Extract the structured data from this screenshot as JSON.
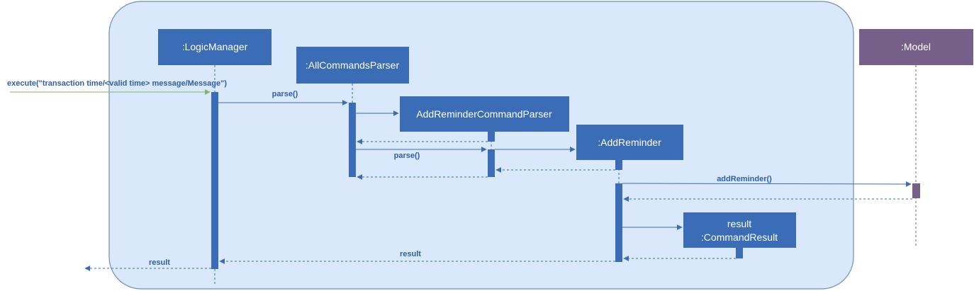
{
  "participants": {
    "logic_manager": ":LogicManager",
    "all_commands_parser": ":AllCommandsParser",
    "add_reminder_command_parser": "AddReminderCommandParser",
    "add_reminder": ":AddReminder",
    "command_result_line1": "result",
    "command_result_line2": ":CommandResult",
    "model": ":Model"
  },
  "messages": {
    "execute": "execute(\"transaction time/<valid time> message/Message\")",
    "parse_1": "parse()",
    "parse_2": "parse()",
    "add_reminder": "addReminder()",
    "result_1": "result",
    "result_2": "result"
  },
  "colors": {
    "frame_fill": "#dae8fc",
    "frame_stroke": "#6c8ebf",
    "box_blue": "#3a6db5",
    "box_purple": "#76608a",
    "arrow_blue": "#3a6db5",
    "arrow_green": "#82b366"
  }
}
